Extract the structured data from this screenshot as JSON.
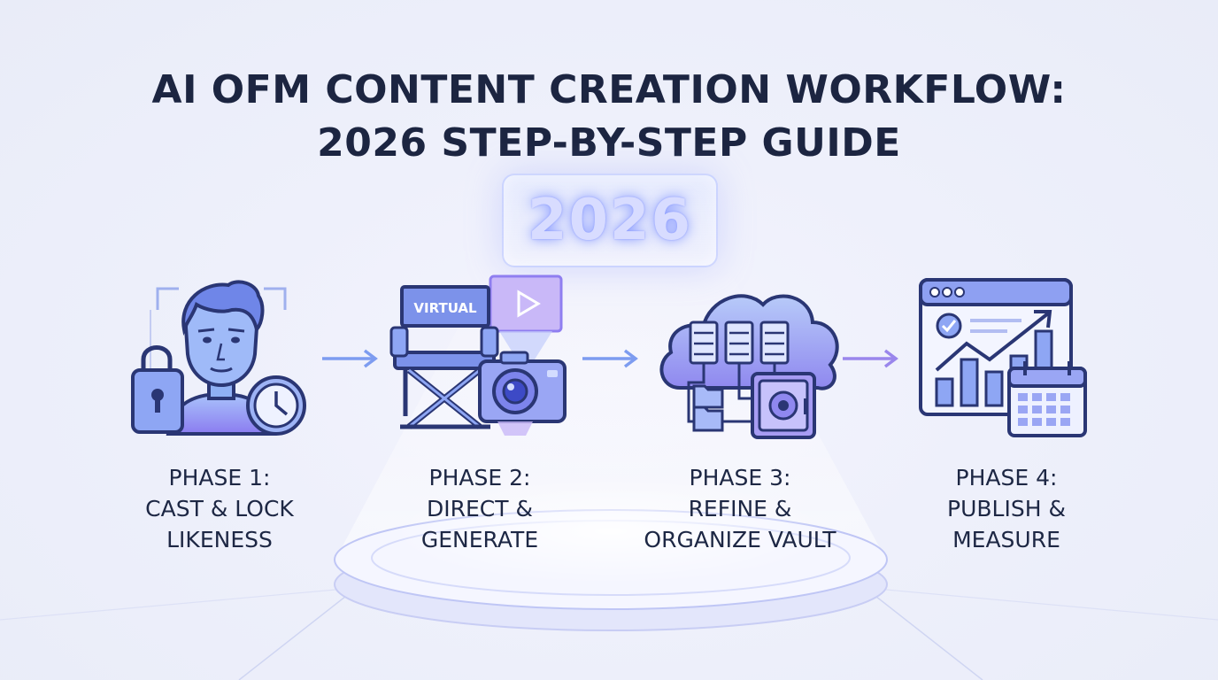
{
  "title": {
    "line1": "AI OFM CONTENT CREATION WORKFLOW:",
    "line2": "2026 STEP-BY-STEP GUIDE"
  },
  "badge": "2026",
  "phases": [
    {
      "heading": "PHASE 1:",
      "line1": "CAST & LOCK",
      "line2": "LIKENESS",
      "icon": "person-lock-clock-icon"
    },
    {
      "heading": "PHASE 2:",
      "line1": "DIRECT &",
      "line2": "GENERATE",
      "icon": "director-chair-camera-icon",
      "chair_text": "VIRTUAL"
    },
    {
      "heading": "PHASE 3:",
      "line1": "REFINE &",
      "line2": "ORGANIZE VAULT",
      "icon": "cloud-server-vault-icon"
    },
    {
      "heading": "PHASE 4:",
      "line1": "PUBLISH &",
      "line2": "MEASURE",
      "icon": "dashboard-chart-calendar-icon"
    }
  ],
  "colors": {
    "title": "#1c2541",
    "accent": "#6f78f0",
    "icon_fill": "#8ea6f4",
    "icon_stroke": "#2a3674"
  }
}
